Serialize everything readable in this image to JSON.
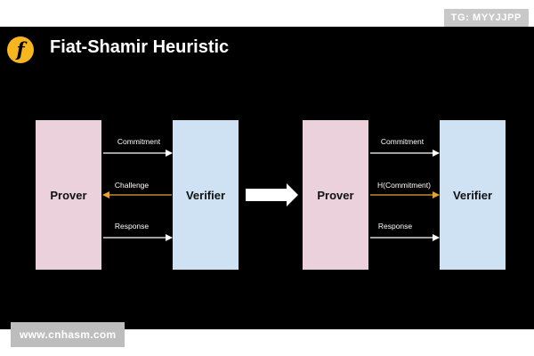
{
  "watermark_top": "TG: MYYJJPP",
  "watermark_bottom": "www.cnhasm.com",
  "logo_letter": "f",
  "title": "Fiat-Shamir Heuristic",
  "left_diagram": {
    "prover": "Prover",
    "verifier": "Verifier",
    "messages": [
      "Commitment",
      "Challenge",
      "Response"
    ]
  },
  "right_diagram": {
    "prover": "Prover",
    "verifier": "Verifier",
    "messages": [
      "Commitment",
      "H(Commitment)",
      "Response"
    ]
  },
  "colors": {
    "prover_box": "#ead1dc",
    "verifier_box": "#cfe2f3",
    "arrow_white": "#ffffff",
    "arrow_gold": "#e6a532",
    "logo": "#f7b520"
  }
}
